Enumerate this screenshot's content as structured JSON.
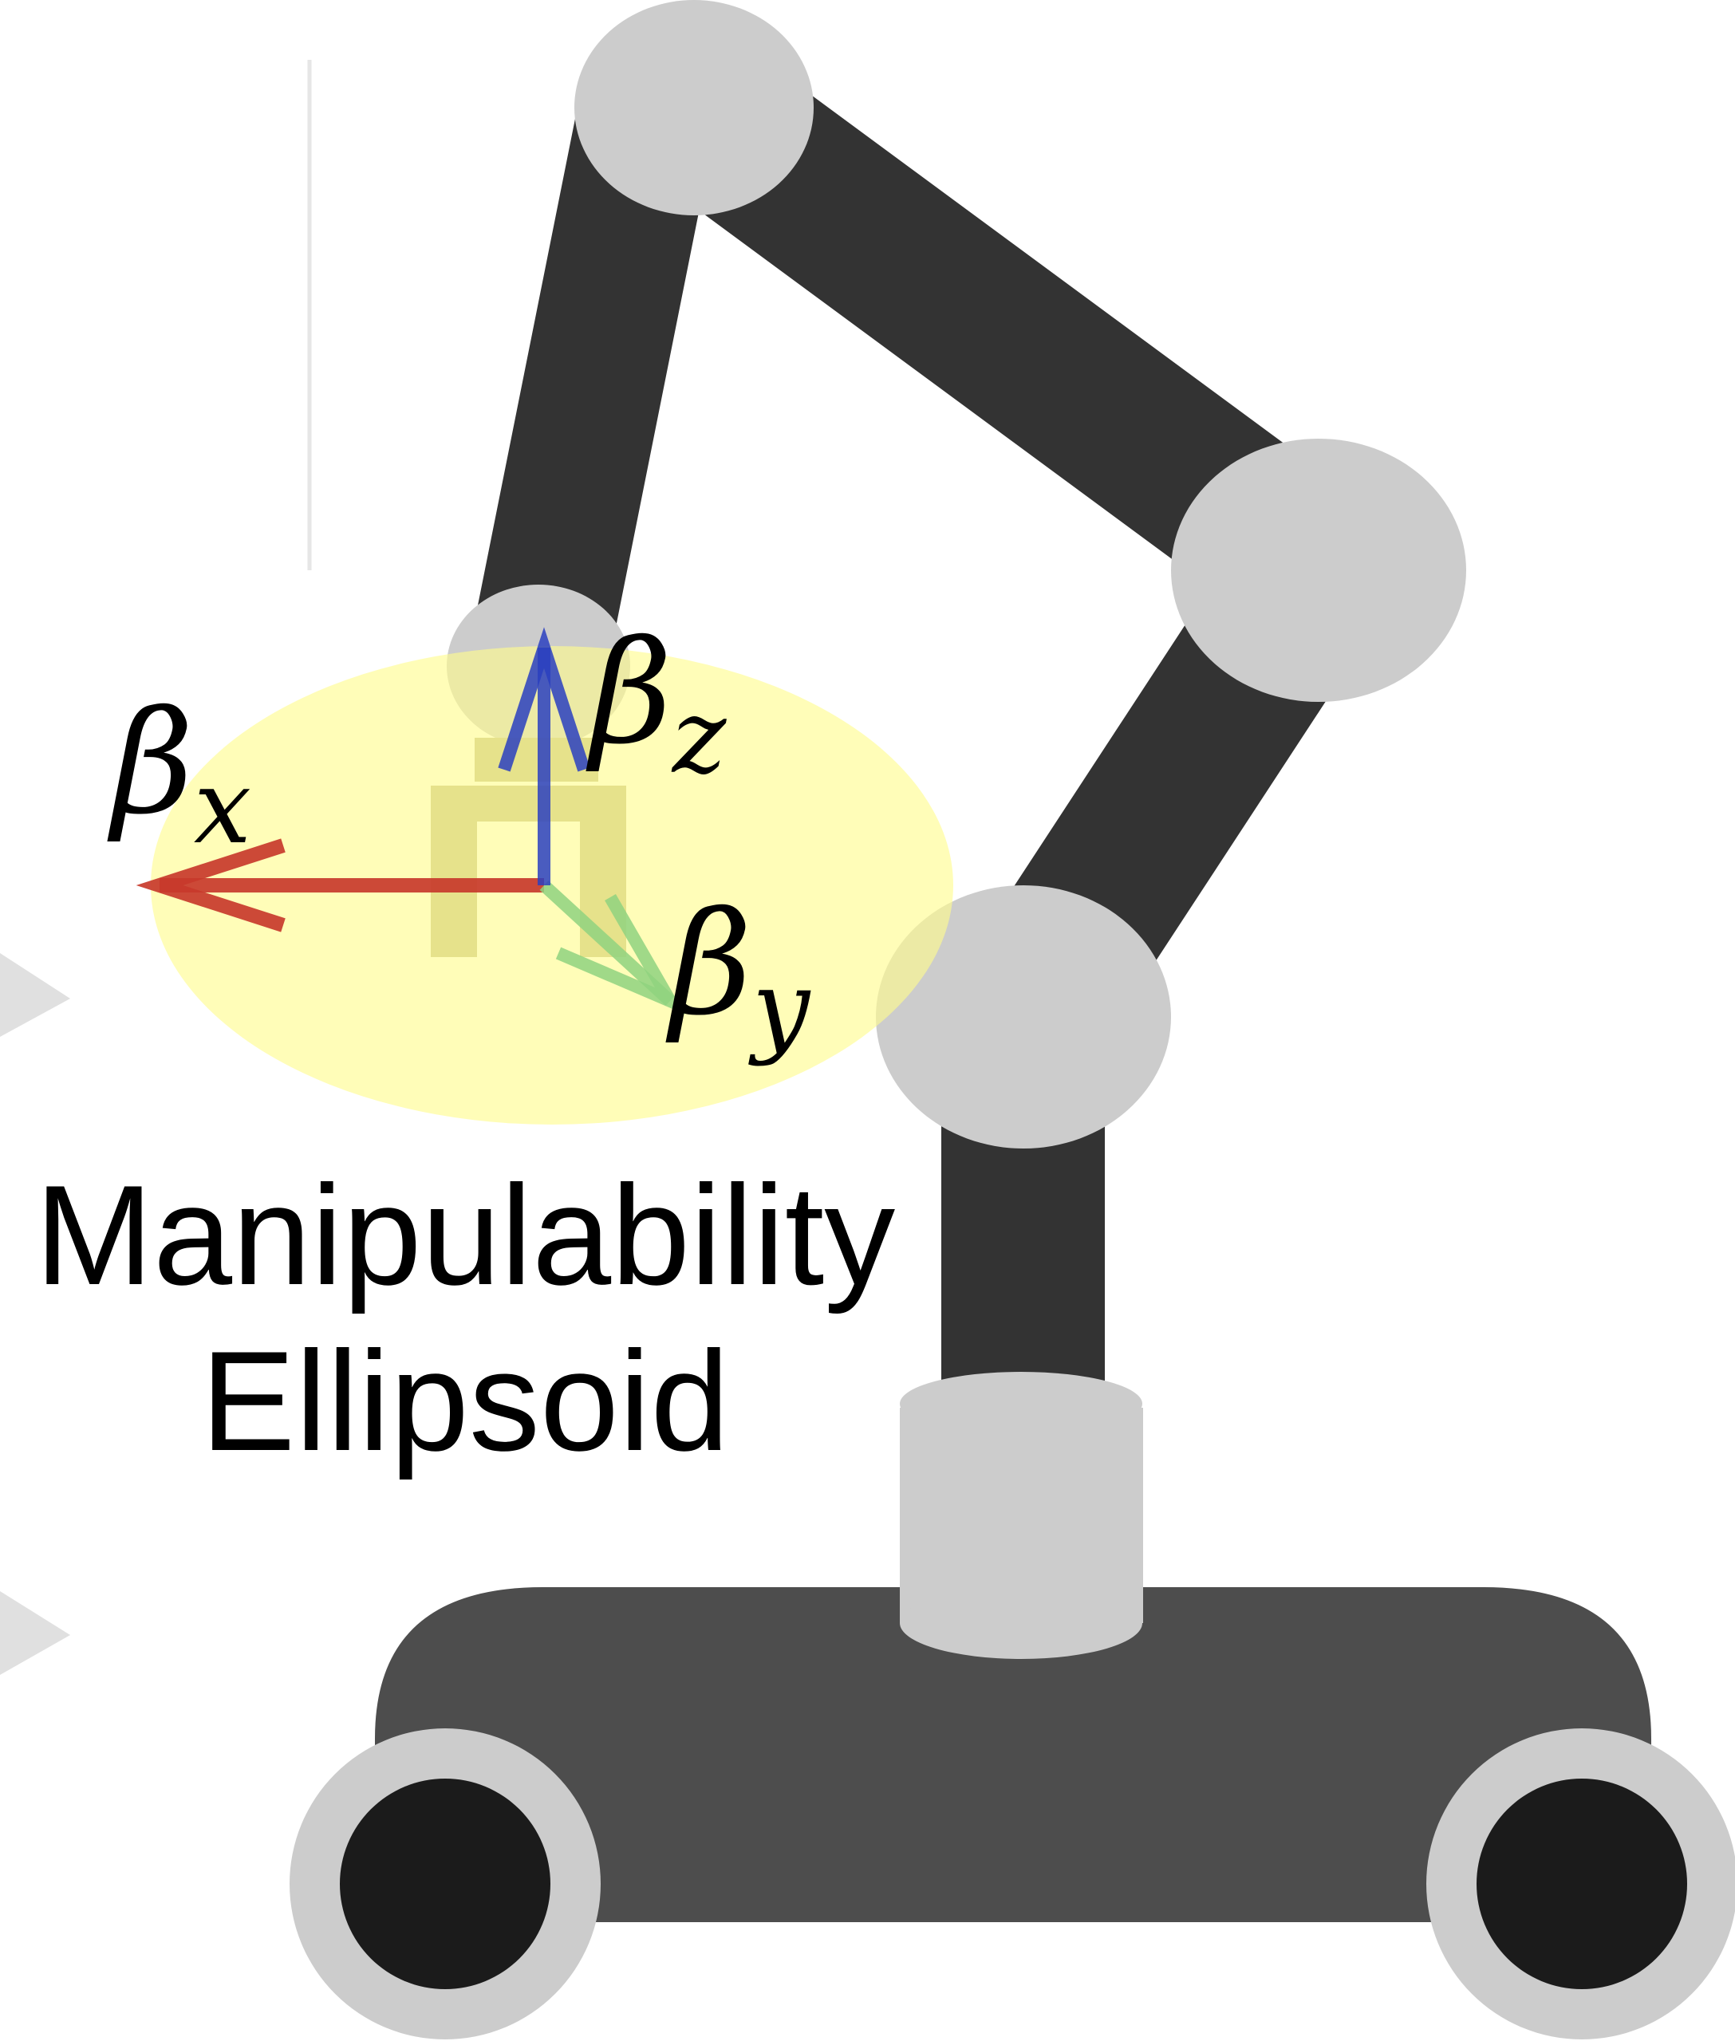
{
  "labels": {
    "beta_x": {
      "base": "β",
      "sub": "x"
    },
    "beta_y": {
      "base": "β",
      "sub": "y"
    },
    "beta_z": {
      "base": "β",
      "sub": "z"
    }
  },
  "caption": {
    "line1": "Manipulability",
    "line2": "Ellipsoid"
  },
  "colors": {
    "link_dark": "#333333",
    "joint_gray": "#cccccc",
    "base_body": "#4d4d4d",
    "wheel_inner": "#1b1b1b",
    "ellipsoid_fill": "#fffcb0",
    "axis_x": "#c8392b",
    "axis_y": "#8fd27f",
    "axis_z": "#2a3fc0",
    "gripper": "#bdb98a"
  },
  "icons": {
    "robot": "mobile-manipulator-icon",
    "arrow_left": "triangle-pointer-icon"
  }
}
